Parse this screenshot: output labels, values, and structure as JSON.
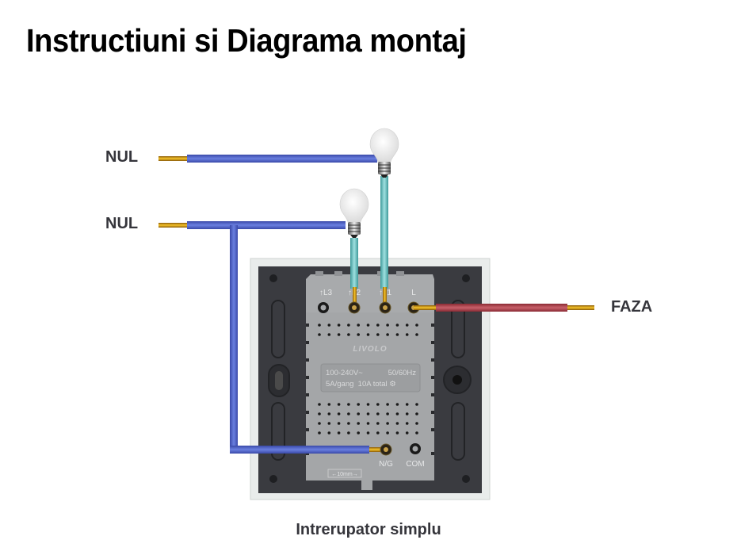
{
  "title": "Instructiuni si Diagrama montaj",
  "caption": "Intrerupator simplu",
  "wire_labels": {
    "neutral_top": "NUL",
    "neutral_bottom": "NUL",
    "phase": "FAZA"
  },
  "switch": {
    "brand": "LIVOLO",
    "terminals_top": [
      "↑L3",
      "↑L2",
      "↑L1",
      "L"
    ],
    "terminals_bottom": [
      "N/G",
      "COM"
    ],
    "rating_line1_left": "100-240V~",
    "rating_line1_right": "50/60Hz",
    "rating_line2": "5A/gang  10A total ⚙",
    "strip_length": "←10mm→"
  },
  "colors": {
    "neutral_wire": "#4a5fc1",
    "phase_wire": "#a63a44",
    "load_wire": "#6cc0c0",
    "copper": "#e8a91a",
    "frame": "#3a3b40",
    "module": "#a4a6a8"
  }
}
